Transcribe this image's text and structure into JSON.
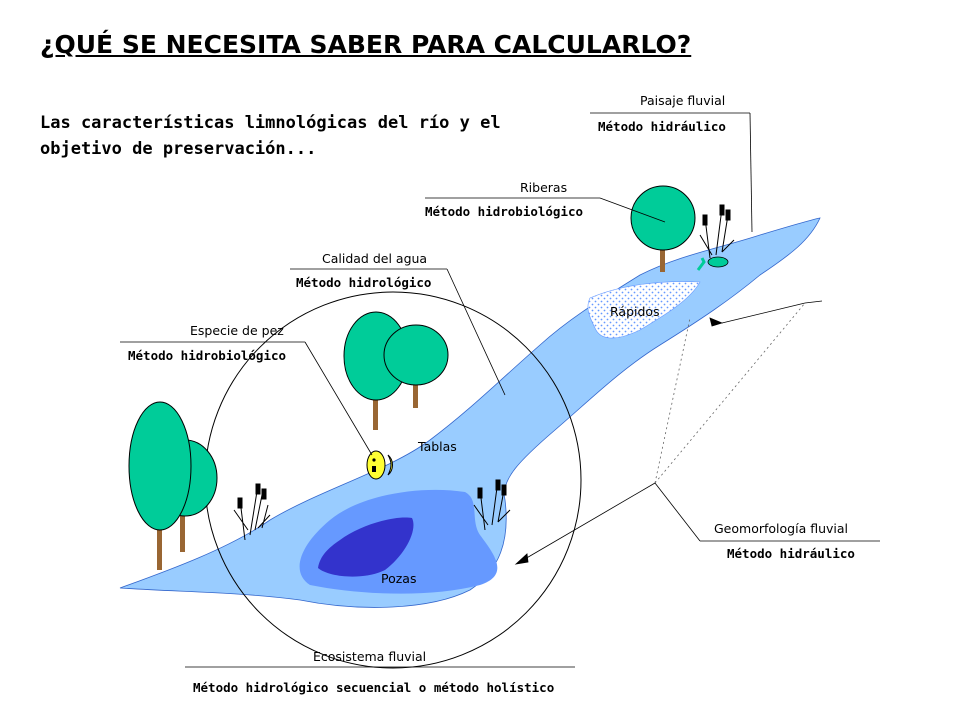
{
  "title": "¿QUÉ SE NECESITA SABER PARA CALCULARLO?",
  "subtitle": "Las características limnológicas del río y el objetivo de preservación...",
  "labels": {
    "paisaje": {
      "top": "Paisaje fluvial",
      "bottom": "Método hidráulico"
    },
    "riberas": {
      "top": "Riberas",
      "bottom": "Método hidrobiológico"
    },
    "calidad": {
      "top": "Calidad del agua",
      "bottom": "Método hidrológico"
    },
    "especie": {
      "top": "Especie de pez",
      "bottom": "Método hidrobiológico"
    },
    "geomorfologia": {
      "top": "Geomorfología fluvial",
      "bottom": "Método hidráulico"
    },
    "ecosistema": {
      "top": "Ecosistema fluvial",
      "bottom": "Método hidrológico secuencial o método holístico"
    }
  },
  "zones": {
    "rapidos": "Rápidos",
    "tablas": "Tablas",
    "pozas": "Pozas"
  },
  "colors": {
    "river_light": "#99ccff",
    "pool_mid": "#6699ff",
    "pool_deep": "#3333cc",
    "tree_crown": "#00cc99",
    "trunk": "#996633",
    "rapids": "#ffffff"
  }
}
